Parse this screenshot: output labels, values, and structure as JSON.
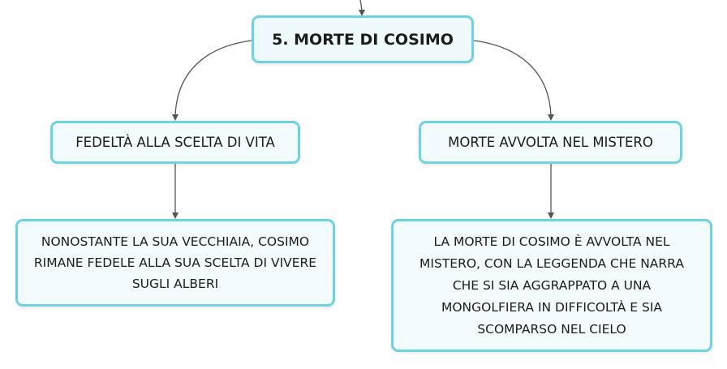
{
  "root": {
    "label": "5. MORTE DI COSIMO"
  },
  "branches": [
    {
      "topic": "FEDELTÀ ALLA SCELTA DI VITA",
      "detail": "NONOSTANTE LA SUA VECCHIAIA, COSIMO RIMANE FEDELE ALLA SUA SCELTA DI VIVERE SUGLI ALBERI"
    },
    {
      "topic": "MORTE AVVOLTA NEL MISTERO",
      "detail": "LA MORTE DI COSIMO È AVVOLTA NEL MISTERO, CON LA LEGGENDA CHE NARRA CHE SI SIA AGGRAPPATO A UNA MONGOLFIERA IN DIFFICOLTÀ E SIA SCOMPARSO NEL CIELO"
    }
  ],
  "colors": {
    "node_border": "#6fd2df",
    "node_fill": "#f2fbfd",
    "connector": "#555555",
    "text": "#1c1c1c"
  }
}
